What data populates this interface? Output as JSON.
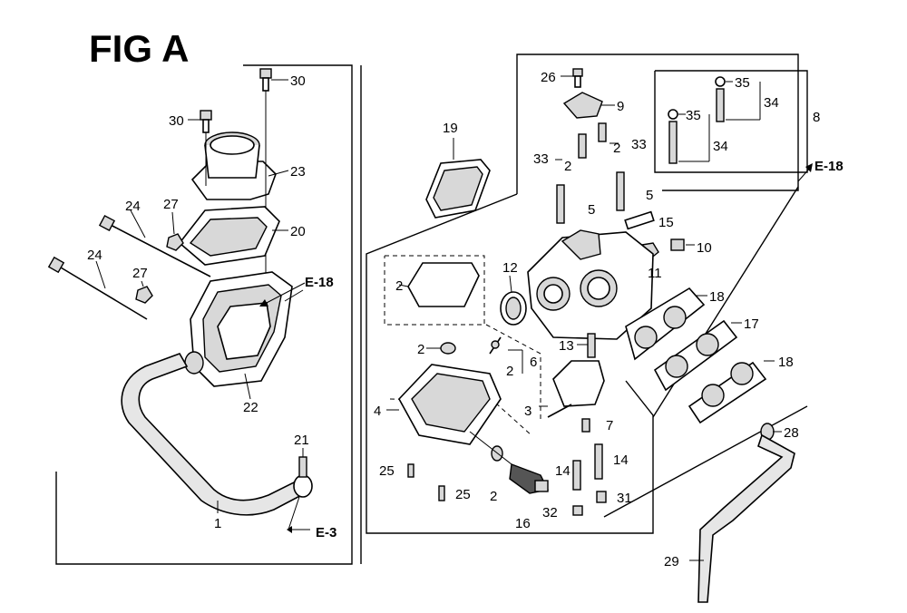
{
  "figure": {
    "title": "FIG A"
  },
  "callouts": {
    "c30a": "30",
    "c30b": "30",
    "c23": "23",
    "c20": "20",
    "c24a": "24",
    "c24b": "24",
    "c27a": "27",
    "c27b": "27",
    "c22": "22",
    "c21": "21",
    "c1": "1",
    "c26": "26",
    "c9": "9",
    "c8": "8",
    "c35a": "35",
    "c35b": "35",
    "c34a": "34",
    "c34b": "34",
    "c33a": "33",
    "c33b": "33",
    "c2a": "2",
    "c2b": "2",
    "c2c": "2",
    "c2d": "2",
    "c2e": "2",
    "c2f": "2",
    "c19": "19",
    "c5a": "5",
    "c5b": "5",
    "c15": "15",
    "c10": "10",
    "c11": "11",
    "c12": "12",
    "c18a": "18",
    "c18b": "18",
    "c17": "17",
    "c13": "13",
    "c6": "6",
    "c4": "4",
    "c3": "3",
    "c7": "7",
    "c14a": "14",
    "c14b": "14",
    "c25a": "25",
    "c25b": "25",
    "c16": "16",
    "c32": "32",
    "c31": "31",
    "c28": "28",
    "c29": "29"
  },
  "references": {
    "e18a": "E-18",
    "e18b": "E-18",
    "e3": "E-3"
  }
}
